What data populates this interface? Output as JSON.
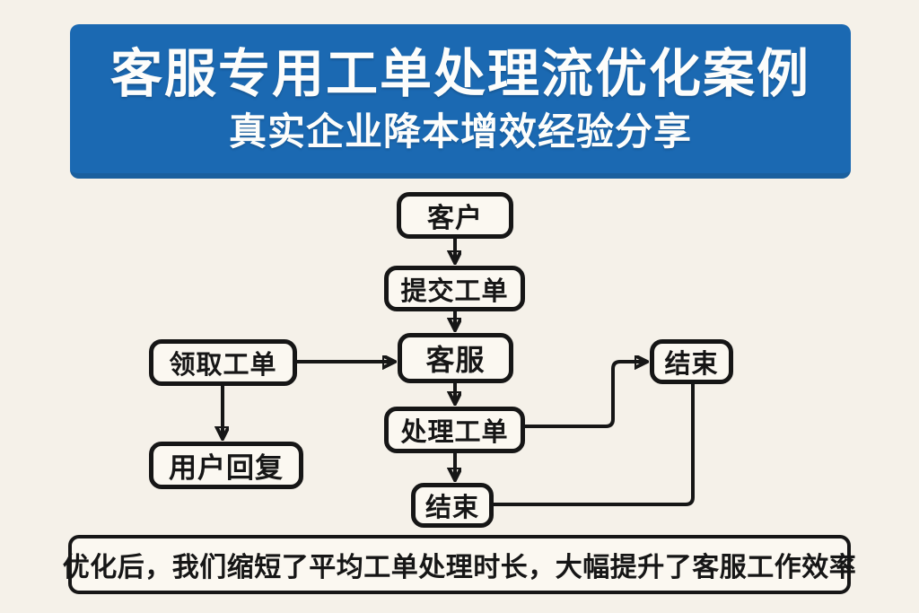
{
  "page": {
    "background_color": "#f5f1e9",
    "ink_color": "#161616",
    "box_fill_color": "#fbf8f1"
  },
  "header": {
    "title": "客服专用工单处理流优化案例",
    "subtitle": "真实企业降本增效经验分享",
    "bg_color": "#1b69b2",
    "text_color": "#fdfdfb"
  },
  "flowchart": {
    "nodes": [
      {
        "id": "customer",
        "label": "客户"
      },
      {
        "id": "submit-ticket",
        "label": "提交工单"
      },
      {
        "id": "claim-ticket",
        "label": "领取工单"
      },
      {
        "id": "customer-service",
        "label": "客服"
      },
      {
        "id": "user-reply",
        "label": "用户回复"
      },
      {
        "id": "process-ticket",
        "label": "处理工单"
      },
      {
        "id": "end-right",
        "label": "结束"
      },
      {
        "id": "end-bottom",
        "label": "结束"
      }
    ],
    "edges": [
      {
        "from": "customer",
        "to": "submit-ticket",
        "arrow": true
      },
      {
        "from": "submit-ticket",
        "to": "customer-service",
        "arrow": true
      },
      {
        "from": "claim-ticket",
        "to": "customer-service",
        "arrow": true
      },
      {
        "from": "claim-ticket",
        "to": "user-reply",
        "arrow": true
      },
      {
        "from": "customer-service",
        "to": "process-ticket",
        "arrow": true
      },
      {
        "from": "process-ticket",
        "to": "end-bottom",
        "arrow": true
      },
      {
        "from": "process-ticket",
        "to": "end-right",
        "arrow": true
      },
      {
        "from": "end-bottom",
        "to": "end-right",
        "arrow": false
      }
    ]
  },
  "footer": {
    "note": "优化后，我们缩短了平均工单处理时长，大幅提升了客服工作效率"
  }
}
